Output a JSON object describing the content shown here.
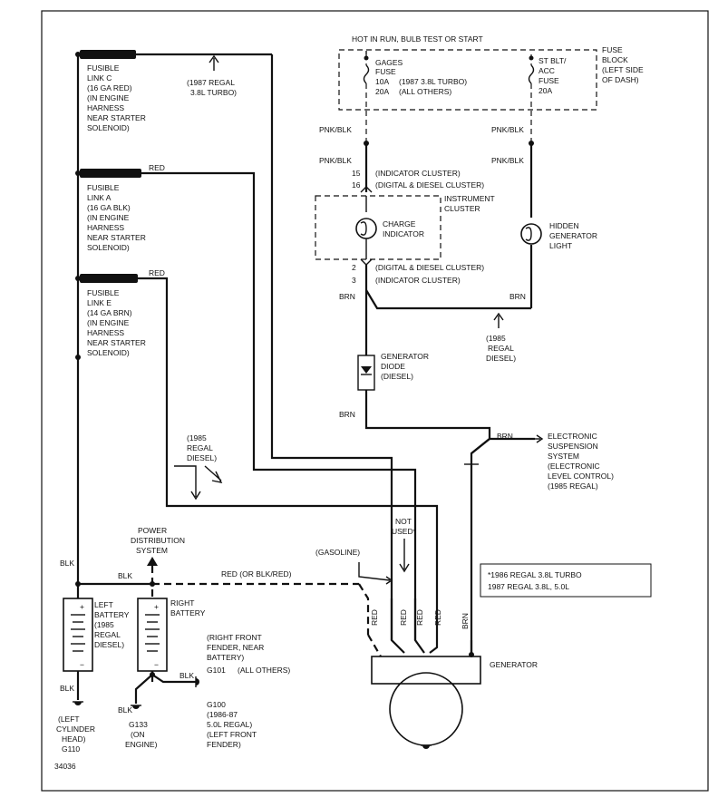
{
  "labels": {
    "hot_in_run": "HOT IN RUN, BULB TEST OR START",
    "gages_fuse": [
      "GAGES",
      "FUSE",
      "10A",
      "20A"
    ],
    "gages_fuse_notes": [
      "(1987 3.8L TURBO)",
      "(ALL OTHERS)"
    ],
    "st_blt_fuse": [
      "ST BLT/",
      "ACC",
      "FUSE",
      "20A"
    ],
    "fuse_block": [
      "FUSE",
      "BLOCK",
      "(LEFT SIDE",
      "OF DASH)"
    ],
    "pnk_blk": "PNK/BLK",
    "pin_15": "15",
    "pin_16": "16",
    "pin_2": "2",
    "pin_3": "3",
    "indicator_cluster": "(INDICATOR CLUSTER)",
    "digital_diesel_cluster": "(DIGITAL & DIESEL CLUSTER)",
    "instrument_cluster": [
      "INSTRUMENT",
      "CLUSTER"
    ],
    "charge_indicator": [
      "CHARGE",
      "INDICATOR"
    ],
    "hidden_generator_light": [
      "HIDDEN",
      "GENERATOR",
      "LIGHT"
    ],
    "brn": "BRN",
    "regal_diesel_1985_right": [
      "(1985",
      "REGAL",
      "DIESEL)"
    ],
    "generator_diode": [
      "GENERATOR",
      "DIODE",
      "(DIESEL)"
    ],
    "electronic_suspension": [
      "ELECTRONIC",
      "SUSPENSION",
      "SYSTEM",
      "(ELECTRONIC",
      "LEVEL CONTROL)",
      "(1985 REGAL)"
    ],
    "fusible_link_c": [
      "FUSIBLE",
      "LINK C",
      "(16 GA RED)",
      "(IN ENGINE",
      "HARNESS",
      "NEAR STARTER",
      "SOLENOID)"
    ],
    "regal_turbo_1987": [
      "(1987 REGAL",
      "3.8L TURBO)"
    ],
    "red": "RED",
    "fusible_link_a": [
      "FUSIBLE",
      "LINK A",
      "(16 GA BLK)",
      "(IN ENGINE",
      "HARNESS",
      "NEAR STARTER",
      "SOLENOID)"
    ],
    "fusible_link_e": [
      "FUSIBLE",
      "LINK E",
      "(14 GA BRN)",
      "(IN ENGINE",
      "HARNESS",
      "NEAR STARTER",
      "SOLENOID)"
    ],
    "regal_diesel_1985_left": [
      "(1985",
      "REGAL",
      "DIESEL)"
    ],
    "not_used": [
      "NOT",
      "USED*"
    ],
    "gasoline": "(GASOLINE)",
    "footnote": [
      "*1986 REGAL 3.8L TURBO",
      "1987 REGAL 3.8L, 5.0L"
    ],
    "power_distribution": [
      "POWER",
      "DISTRIBUTION",
      "SYSTEM"
    ],
    "blk": "BLK",
    "red_or_blk_red": "RED (OR BLK/RED)",
    "left_battery": [
      "LEFT",
      "BATTERY",
      "(1985",
      "REGAL",
      "DIESEL)"
    ],
    "right_battery": [
      "RIGHT",
      "BATTERY"
    ],
    "right_front_fender": [
      "(RIGHT FRONT",
      "FENDER, NEAR",
      "BATTERY)"
    ],
    "g101": [
      "G101",
      "(ALL OTHERS)"
    ],
    "g100": [
      "G100",
      "(1986-87",
      "5.0L REGAL)",
      "(LEFT FRONT",
      "FENDER)"
    ],
    "g133": [
      "G133",
      "(ON",
      "ENGINE)"
    ],
    "left_cyl_head": [
      "(LEFT",
      "CYLINDER",
      "HEAD)",
      "G110"
    ],
    "generator": "GENERATOR",
    "figure_no": "34036"
  }
}
